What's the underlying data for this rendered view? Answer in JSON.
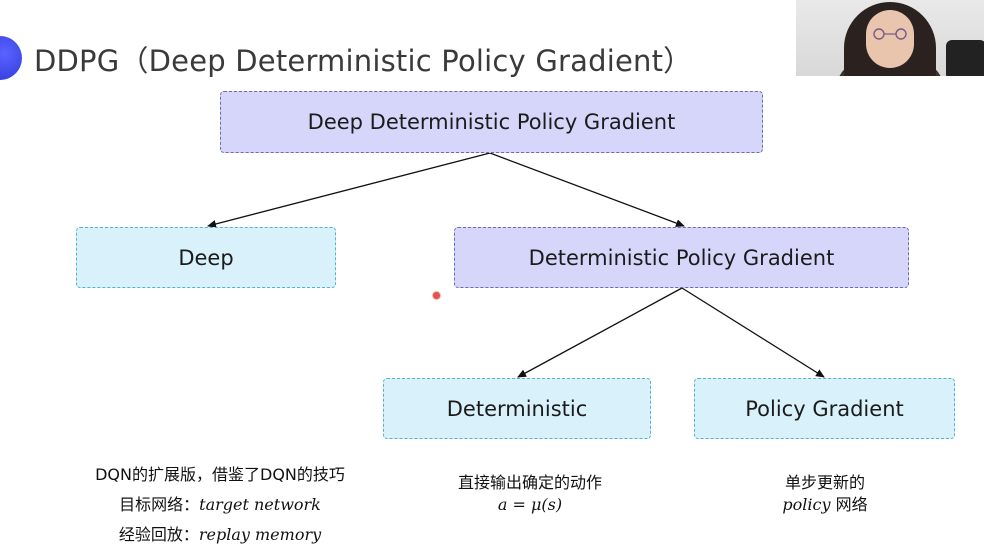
{
  "slide": {
    "title": "DDPG（Deep Deterministic Policy Gradient）"
  },
  "diagram": {
    "root": "Deep Deterministic Policy Gradient",
    "deep": "Deep",
    "dpg": "Deterministic Policy Gradient",
    "deterministic": "Deterministic",
    "policy_gradient": "Policy Gradient"
  },
  "notes": {
    "left": {
      "line1": "DQN的扩展版，借鉴了DQN的技巧",
      "line2_label": "目标网络：",
      "line2_value": "target network",
      "line3_label": "经验回放：",
      "line3_value": "replay memory"
    },
    "mid": {
      "line1": "直接输出确定的动作",
      "line2": "a = μ(s)"
    },
    "right": {
      "line1": "单步更新的",
      "line2_value": "policy",
      "line2_label": " 网络"
    }
  },
  "colors": {
    "purple_box": "#d6d6fb",
    "blue_box": "#d8f1fa",
    "accent": "#2a35d8"
  }
}
